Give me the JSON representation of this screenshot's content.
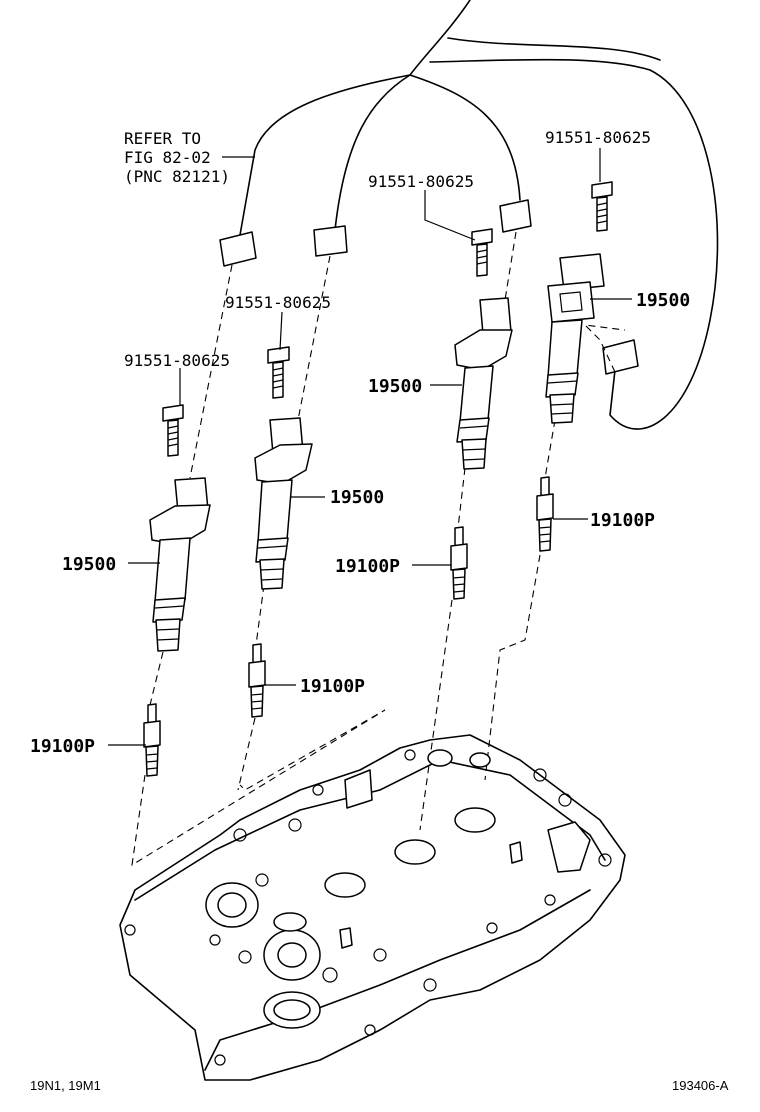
{
  "diagram": {
    "refer_note": [
      "REFER TO",
      "FIG 82-02",
      "(PNC 82121)"
    ],
    "callouts": {
      "bolt_1": "91551-80625",
      "bolt_2": "91551-80625",
      "bolt_3": "91551-80625",
      "bolt_4": "91551-80625",
      "coil_1": "19500",
      "coil_2": "19500",
      "coil_3": "19500",
      "coil_4": "19500",
      "plug_1": "19100P",
      "plug_2": "19100P",
      "plug_3": "19100P",
      "plug_4": "19100P"
    },
    "footer": {
      "model_codes": "19N1, 19M1",
      "figure_id": "193406-A"
    }
  }
}
